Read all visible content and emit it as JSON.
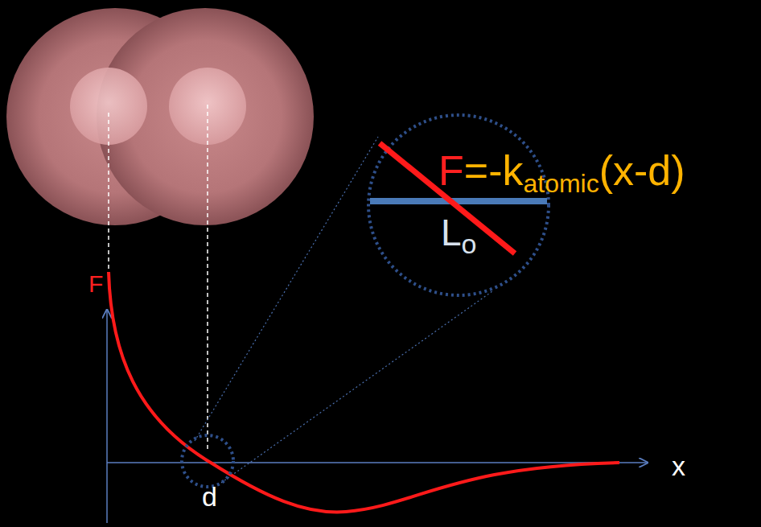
{
  "diagram": {
    "labels": [
      "F",
      "=-k",
      "atomic",
      "(x-d)",
      "L",
      "o",
      "F",
      "d",
      "x"
    ]
  }
}
